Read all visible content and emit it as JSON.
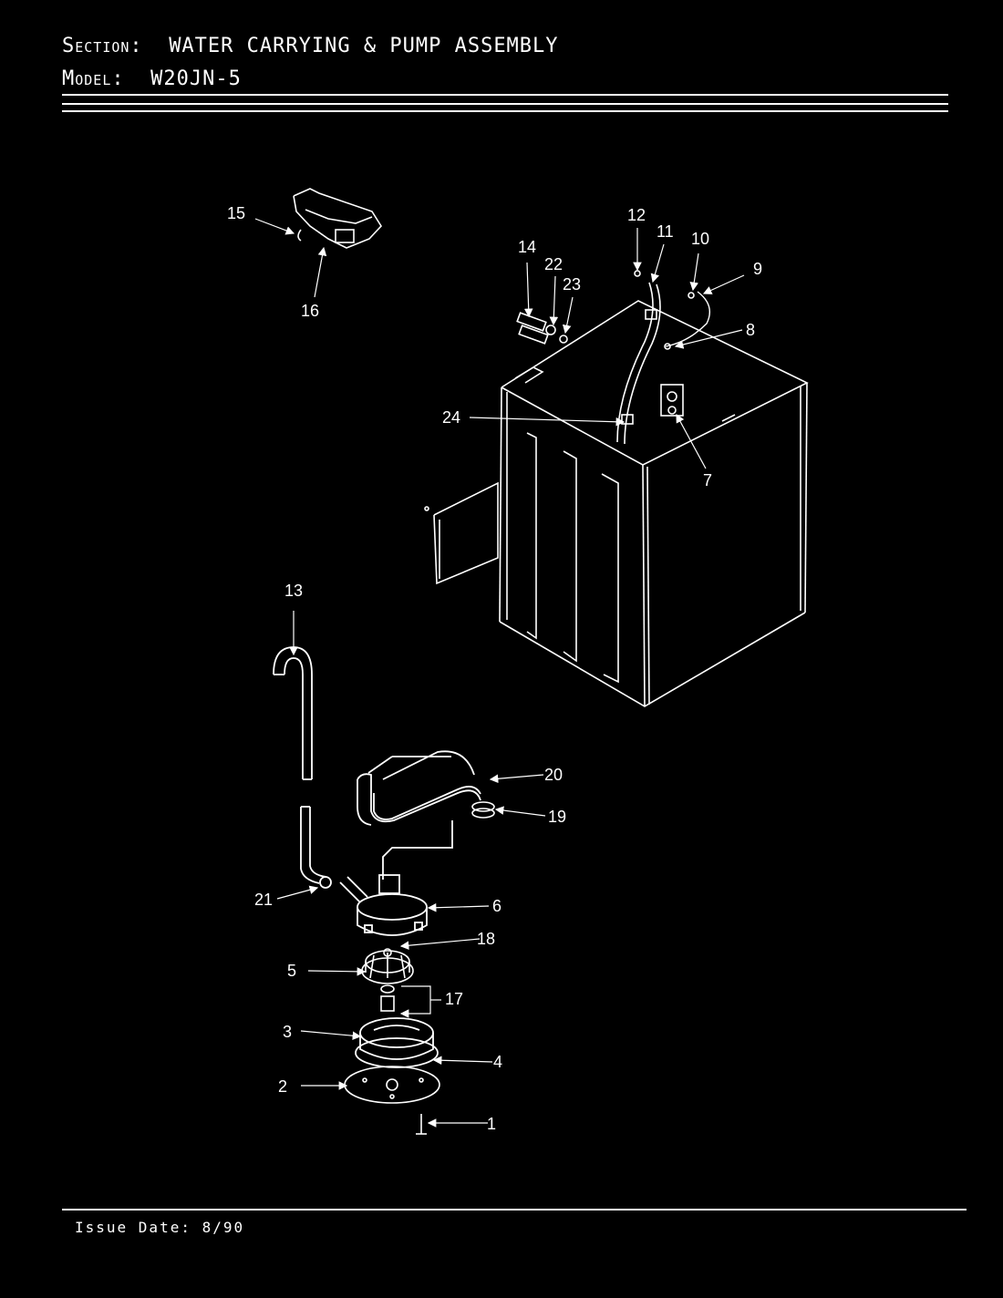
{
  "header": {
    "section_key": "Section:",
    "section_value": "WATER CARRYING & PUMP ASSEMBLY",
    "model_key": "Model:",
    "model_value": "W20JN-5"
  },
  "callouts": [
    "1",
    "2",
    "3",
    "4",
    "5",
    "6",
    "7",
    "8",
    "9",
    "10",
    "11",
    "12",
    "13",
    "14",
    "15",
    "16",
    "17",
    "18",
    "19",
    "20",
    "21",
    "22",
    "23",
    "24"
  ],
  "footer": {
    "issue_date": "Issue Date: 8/90"
  }
}
